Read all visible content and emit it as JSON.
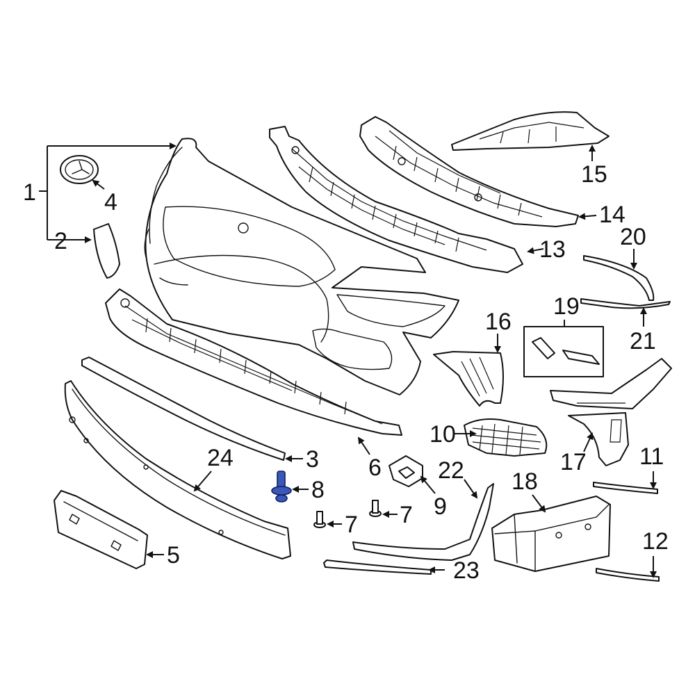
{
  "diagram": {
    "highlight_color": "#3a58b8",
    "callouts": {
      "c1": "1",
      "c2": "2",
      "c3": "3",
      "c4": "4",
      "c5": "5",
      "c6": "6",
      "c7a": "7",
      "c7b": "7",
      "c8": "8",
      "c9": "9",
      "c10": "10",
      "c11": "11",
      "c12": "12",
      "c13": "13",
      "c14": "14",
      "c15": "15",
      "c16": "16",
      "c17": "17",
      "c18": "18",
      "c19": "19",
      "c20": "20",
      "c21": "21",
      "c22": "22",
      "c23": "23",
      "c24": "24"
    }
  }
}
